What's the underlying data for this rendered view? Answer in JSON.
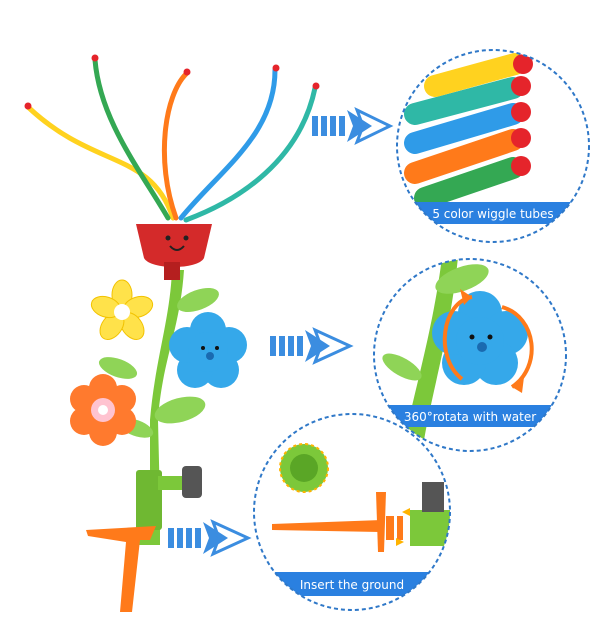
{
  "product": {
    "name": "flower sprinkler toy",
    "colors": {
      "stem": "#7cc83a",
      "leaf": "#8fd457",
      "head_cup": "#d42a2a",
      "blue_flower": "#35a8ea",
      "yellow_flower": "#ffe24a",
      "orange_flower": "#ff7a2e",
      "spike": "#ff7a1a",
      "arrow_blue": "#3b8de0",
      "circle_border": "#2f78c8",
      "caption_bg": "#2a80e0"
    }
  },
  "callouts": [
    {
      "id": "tubes",
      "caption": "5 color wiggle tubes"
    },
    {
      "id": "rotation",
      "caption": "360°rotata with water"
    },
    {
      "id": "ground",
      "caption": "Insert the ground"
    }
  ],
  "tubes": {
    "colors": [
      "#ffd21f",
      "#2fb8a6",
      "#2f9be8",
      "#ff7a1a",
      "#34a853"
    ],
    "tip_color": "#e5242b"
  },
  "icons": {
    "pointer": "double-arrow-icon",
    "rotation": "rotate-arrows-icon",
    "insert": "insert-arrows-icon"
  }
}
